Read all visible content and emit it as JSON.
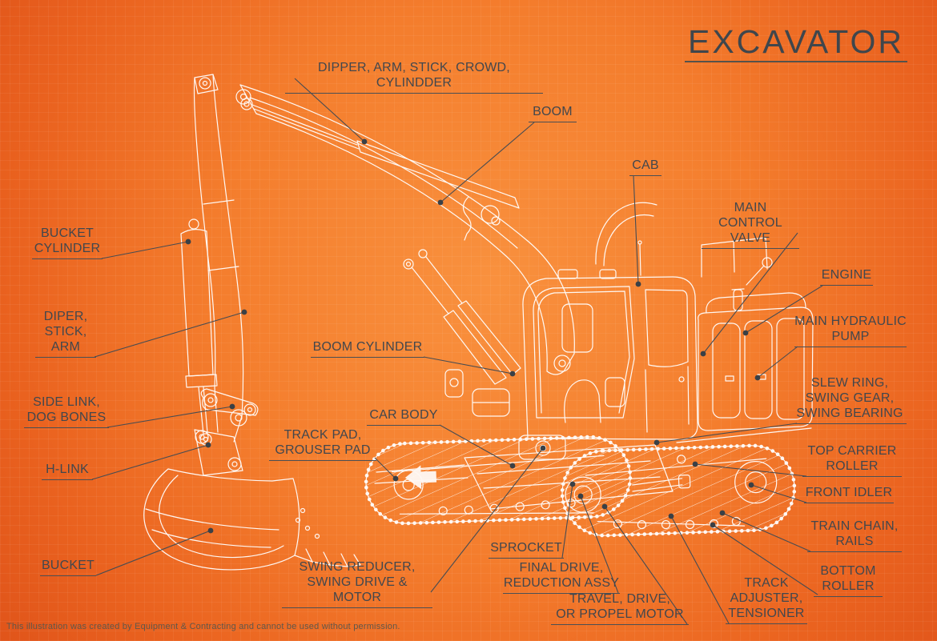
{
  "title": "EXCAVATOR",
  "labels": {
    "dipper_arm_stick_crowd_cylinder": "DIPPER, ARM, STICK, CROWD, CYLINDDER",
    "boom": "BOOM",
    "cab": "CAB",
    "main_control_valve": "MAIN CONTROL\nVALVE",
    "engine": "ENGINE",
    "main_hydraulic_pump": "MAIN HYDRAULIC\nPUMP",
    "slew_ring": "SLEW RING,\nSWING GEAR,\nSWING BEARING",
    "top_carrier_roller": "TOP CARRIER\nROLLER",
    "front_idler": "FRONT IDLER",
    "train_chain": "TRAIN CHAIN,\nRAILS",
    "bottom_roller": "BOTTOM\nROLLER",
    "track_adjuster": "TRACK\nADJUSTER,\nTENSIONER",
    "sprocket": "SPROCKET",
    "final_drive": "FINAL DRIVE,\nREDUCTION ASSY",
    "travel_drive": "TRAVEL, DRIVE,\nOR PROPEL MOTOR",
    "swing_reducer": "SWING REDUCER,\nSWING DRIVE & MOTOR",
    "car_body": "CAR BODY",
    "track_pad": "TRACK PAD,\nGROUSER PAD",
    "boom_cylinder": "BOOM CYLINDER",
    "bucket_cylinder": "BUCKET\nCYLINDER",
    "diper_stick_arm": "DIPER,\nSTICK,\nARM",
    "side_link": "SIDE LINK,\nDOG BONES",
    "h_link": "H-LINK",
    "bucket": "BUCKET"
  },
  "footer": {
    "attribution": "This illustration was created by Equipment & Contracting and cannot be used without permission."
  },
  "colors": {
    "background_center": "#f9913e",
    "background_edge": "#e0541a",
    "line_art": "#ffffff",
    "label_text": "#42474d",
    "leader_line": "#474c52"
  }
}
